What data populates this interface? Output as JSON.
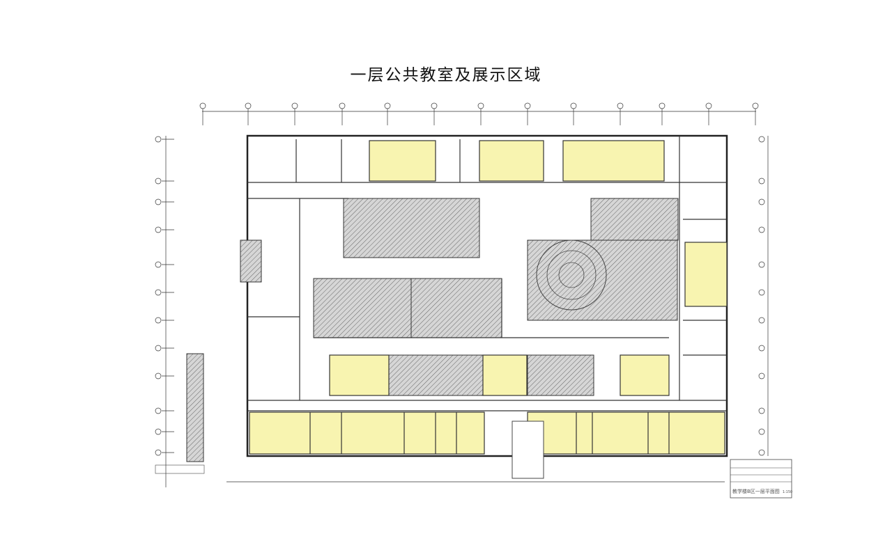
{
  "title": "一层公共教室及展示区域",
  "legend": {
    "drawing_title": "教学楼B区一层平面图",
    "scale": "1:150"
  },
  "colors": {
    "highlight_room": "#f8f4b0",
    "hatched_area": "#c8c8c8",
    "line": "#222222"
  }
}
